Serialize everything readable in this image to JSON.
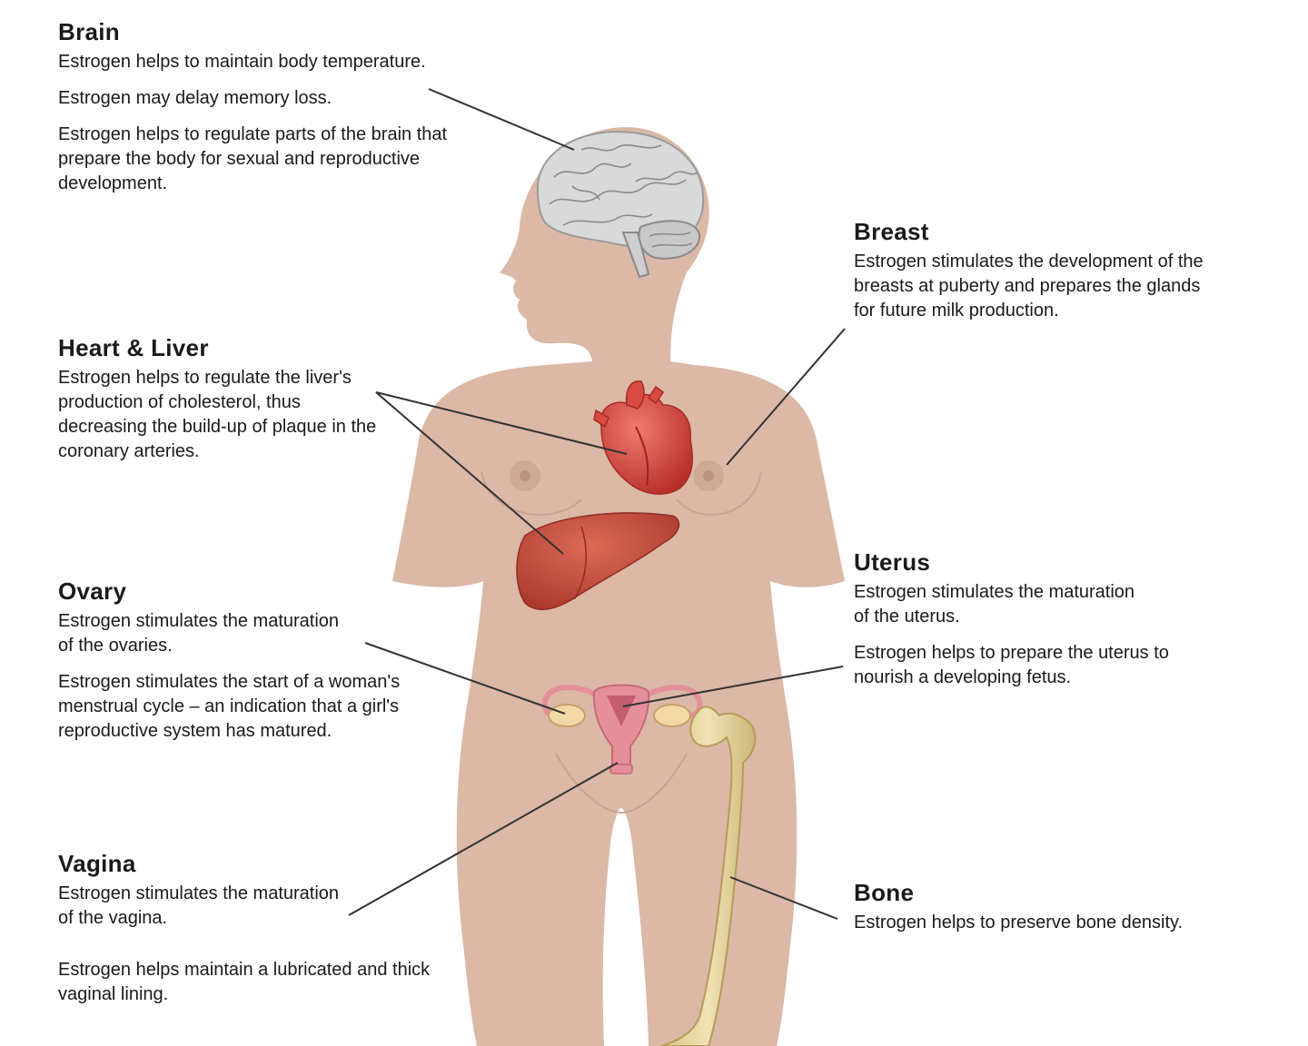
{
  "labels": {
    "brain": {
      "title": "Brain",
      "lines": [
        "Estrogen helps to maintain body temperature.",
        "Estrogen may delay memory loss.",
        "Estrogen helps to regulate parts of the brain that prepare the body for sexual and reproductive development."
      ]
    },
    "heart_liver": {
      "title": "Heart & Liver",
      "lines": [
        "Estrogen helps to regulate the liver's production of cholesterol, thus decreasing the build-up of plaque in the coronary arteries."
      ]
    },
    "ovary": {
      "title": "Ovary",
      "lines": [
        "Estrogen stimulates the maturation of the ovaries.",
        "Estrogen stimulates the start of a woman's menstrual cycle – an indication that a girl's reproductive system has matured."
      ]
    },
    "vagina": {
      "title": "Vagina",
      "lines": [
        "Estrogen stimulates the maturation of the vagina.",
        "Estrogen helps maintain a lubricated and thick vaginal lining."
      ]
    },
    "breast": {
      "title": "Breast",
      "lines": [
        "Estrogen stimulates the development of the breasts at puberty and prepares the glands for future milk production."
      ]
    },
    "uterus": {
      "title": "Uterus",
      "lines": [
        "Estrogen stimulates the maturation of the uterus.",
        "Estrogen helps to prepare the uterus to nourish a developing fetus."
      ]
    },
    "bone": {
      "title": "Bone",
      "lines": [
        "Estrogen helps to preserve bone density."
      ]
    }
  },
  "colors": {
    "skin": "#dcb8a6",
    "skin_shadow": "#c9a392",
    "brain": "#d9d9d9",
    "brain_folds": "#8a8a8a",
    "heart": "#d94a42",
    "liver": "#c8493a",
    "uterus": "#e58f9a",
    "bone": "#e8d7a0",
    "leader": "#333333"
  }
}
